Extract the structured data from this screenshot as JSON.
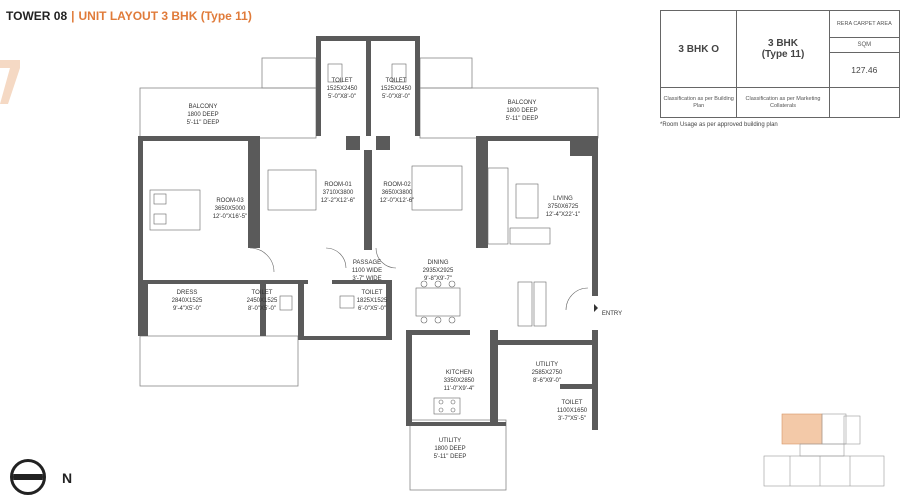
{
  "header": {
    "tower": "TOWER 08",
    "separator": "|",
    "unit_layout": "UNIT LAYOUT 3 BHK (Type 11)"
  },
  "info_table": {
    "type_o": "3 BHK O",
    "type_line1": "3 BHK",
    "type_line2": "(Type 11)",
    "rera_label": "RERA CARPET AREA",
    "unit": "SQM",
    "area": "127.46",
    "classification_building": "Classification as per Building Plan",
    "classification_marketing": "Classification as per Marketing Collaterals"
  },
  "note": "*Room Usage as per approved building plan",
  "rooms": {
    "toilet_top_left": {
      "name": "TOILET",
      "mm": "1525X2450",
      "ft": "5'-0\"X8'-0\""
    },
    "toilet_top_right": {
      "name": "TOILET",
      "mm": "1525X2450",
      "ft": "5'-0\"X8'-0\""
    },
    "balcony_left": {
      "name": "BALCONY",
      "mm": "1800 DEEP",
      "ft": "5'-11\" DEEP"
    },
    "balcony_right": {
      "name": "BALCONY",
      "mm": "1800 DEEP",
      "ft": "5'-11\" DEEP"
    },
    "room01": {
      "name": "ROOM-01",
      "mm": "3710X3800",
      "ft": "12'-2\"X12'-6\""
    },
    "room02": {
      "name": "ROOM-02",
      "mm": "3650X3800",
      "ft": "12'-0\"X12'-6\""
    },
    "room03": {
      "name": "ROOM-03",
      "mm": "3650X5000",
      "ft": "12'-0\"X16'-5\""
    },
    "living": {
      "name": "LIVING",
      "mm": "3750X6725",
      "ft": "12'-4\"X22'-1\""
    },
    "passage": {
      "name": "PASSAGE",
      "mm": "1100 WIDE",
      "ft": "3'-7\" WIDE"
    },
    "dining": {
      "name": "DINING",
      "mm": "2935X2925",
      "ft": "9'-8\"X9'-7\""
    },
    "dress": {
      "name": "DRESS",
      "mm": "2840X1525",
      "ft": "9'-4\"X5'-0\""
    },
    "toilet_dress": {
      "name": "TOILET",
      "mm": "2450X1525",
      "ft": "8'-0\"X5'-0\""
    },
    "toilet_mid": {
      "name": "TOILET",
      "mm": "1825X1525",
      "ft": "6'-0\"X5'-0\""
    },
    "kitchen": {
      "name": "KITCHEN",
      "mm": "3350X2850",
      "ft": "11'-0\"X9'-4\""
    },
    "utility_mid": {
      "name": "UTILITY",
      "mm": "2585X2750",
      "ft": "8'-6\"X9'-0\""
    },
    "toilet_utility": {
      "name": "TOILET",
      "mm": "1100X1650",
      "ft": "3'-7\"X5'-5\""
    },
    "utility_bottom": {
      "name": "UTILITY",
      "mm": "1800 DEEP",
      "ft": "5'-11\" DEEP"
    }
  },
  "entry": "ENTRY",
  "north": "N",
  "colors": {
    "accent": "#e07b3a",
    "wall": "#555555",
    "highlight": "#f3c9a8"
  },
  "icons": {
    "north": "north-compass-icon",
    "key_plan": "key-plan-thumbnail"
  }
}
